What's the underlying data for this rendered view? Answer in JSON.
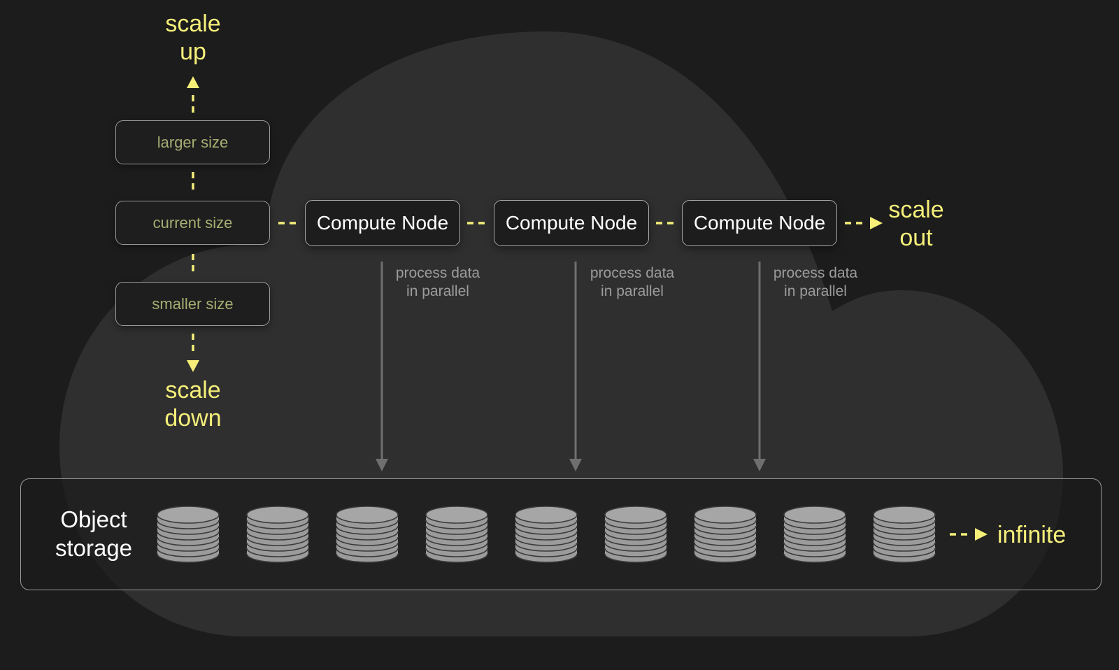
{
  "labels": {
    "scale_up": "scale\nup",
    "scale_down": "scale\ndown",
    "scale_out": "scale\nout",
    "infinite": "infinite"
  },
  "sizes": {
    "larger": "larger size",
    "current": "current size",
    "smaller": "smaller size"
  },
  "nodes": [
    {
      "label": "Compute Node",
      "note": "process data\nin parallel"
    },
    {
      "label": "Compute Node",
      "note": "process data\nin parallel"
    },
    {
      "label": "Compute Node",
      "note": "process data\nin parallel"
    }
  ],
  "storage": {
    "label": "Object\nstorage",
    "icon": "database-icon",
    "count": 9
  },
  "colors": {
    "background": "#1c1c1c",
    "cloud": "#2f2f2f",
    "accent_yellow": "#f5ef7a",
    "box_border": "#9a9a9a",
    "muted_text": "#9c9c9c"
  }
}
